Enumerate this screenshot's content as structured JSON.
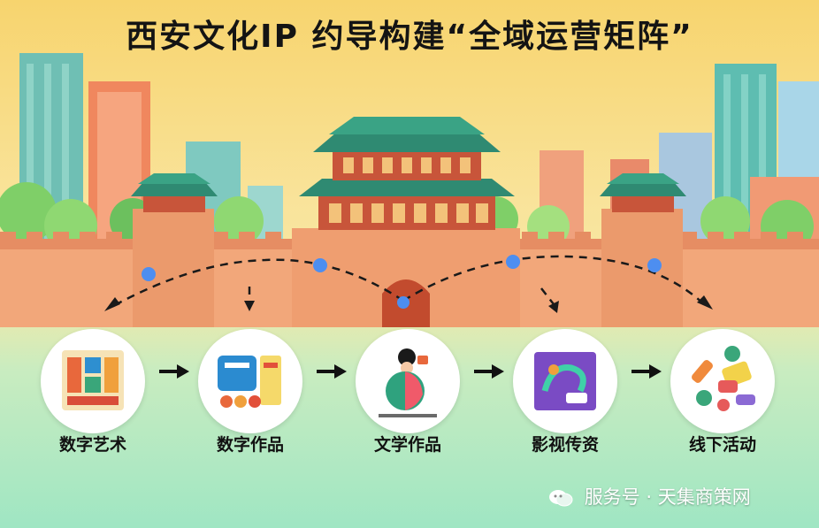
{
  "title": "西安文化IP 约导构建“全域运营矩阵”",
  "nodes": [
    {
      "label": "数字艺术",
      "icon": "digital-art-icon"
    },
    {
      "label": "数字作品",
      "icon": "digital-works-icon"
    },
    {
      "label": "文学作品",
      "icon": "literature-icon"
    },
    {
      "label": "影视传资",
      "icon": "film-tv-icon"
    },
    {
      "label": "线下活动",
      "icon": "offline-activity-icon"
    }
  ],
  "watermark": "服务号 · 天集商策网",
  "colors": {
    "sky": "#f7d46e",
    "ground": "#9fe6c3",
    "wall": "#f2a77a",
    "roof": "#3a9a7f",
    "hub_dot": "#4d8ef0",
    "arrow": "#111111"
  }
}
